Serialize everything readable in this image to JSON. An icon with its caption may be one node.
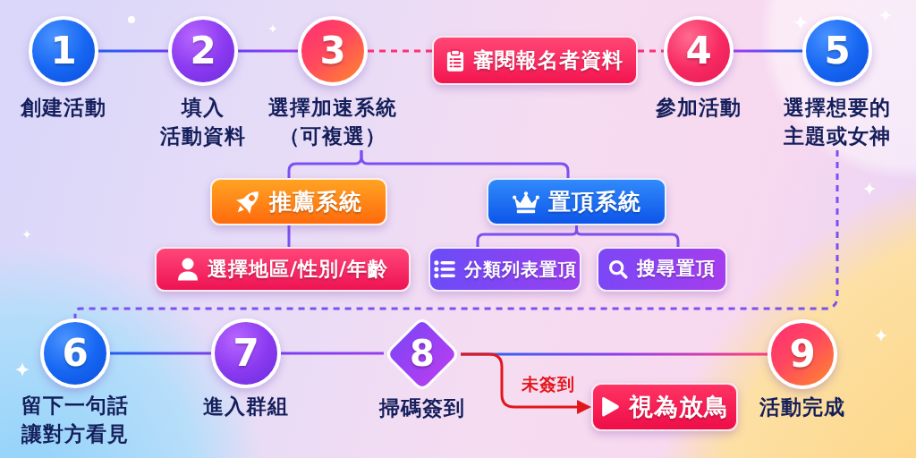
{
  "diagram": {
    "nodes": [
      {
        "text": [
          "1"
        ],
        "beside": [
          "創建活動"
        ]
      },
      {
        "text": [
          "2"
        ],
        "beside": [
          "填入活動資料"
        ]
      },
      {
        "text": [
          "3"
        ],
        "beside": [
          "選擇加速系統（可複選）"
        ]
      },
      {
        "text": [
          "審閱報名者資料"
        ]
      },
      {
        "text": [
          "4"
        ],
        "beside": [
          "參加活動"
        ]
      },
      {
        "text": [
          "5"
        ],
        "beside": [
          "選擇想要的主題或女神"
        ]
      },
      {
        "text": [
          "推薦系統"
        ]
      },
      {
        "text": [
          "置頂系統"
        ]
      },
      {
        "text": [
          "選擇地區/性別/年齡"
        ]
      },
      {
        "text": [
          "分類列表置頂"
        ]
      },
      {
        "text": [
          "搜尋置頂"
        ]
      },
      {
        "text": [
          "6"
        ],
        "beside": [
          "留下一句話讓對方看見"
        ]
      },
      {
        "text": [
          "7"
        ],
        "beside": [
          "進入群組"
        ]
      },
      {
        "text": [
          "8"
        ],
        "beside": [
          "掃碼簽到"
        ]
      },
      {
        "text": [
          "視為放鳥"
        ]
      },
      {
        "text": [
          "9"
        ],
        "beside": [
          "活動完成"
        ]
      }
    ],
    "edges": [
      {
        "from": 0,
        "to": 1,
        "arrow": "none"
      },
      {
        "from": 1,
        "to": 2,
        "arrow": "none"
      },
      {
        "from": 2,
        "to": 3,
        "arrow": "none",
        "style": "dashed",
        "color": "#ff2f72"
      },
      {
        "from": 3,
        "to": 4,
        "arrow": "none",
        "style": "dashed",
        "color": "#ff2f72"
      },
      {
        "from": 4,
        "to": 5,
        "arrow": "none"
      },
      {
        "from": 2,
        "to": 6,
        "arrow": "none"
      },
      {
        "from": 2,
        "to": 7,
        "arrow": "none"
      },
      {
        "from": 6,
        "to": 8,
        "arrow": "none"
      },
      {
        "from": 7,
        "to": 9,
        "arrow": "none"
      },
      {
        "from": 7,
        "to": 10,
        "arrow": "none"
      },
      {
        "from": 5,
        "to": 11,
        "arrow": "none",
        "style": "dashed"
      },
      {
        "from": 11,
        "to": 12,
        "arrow": "none"
      },
      {
        "from": 12,
        "to": 13,
        "arrow": "none"
      },
      {
        "from": 13,
        "to": 15,
        "arrow": "none"
      },
      {
        "from": 13,
        "to": 14,
        "arrow": "to",
        "label": "未簽到",
        "color": "#e3161b"
      }
    ]
  }
}
